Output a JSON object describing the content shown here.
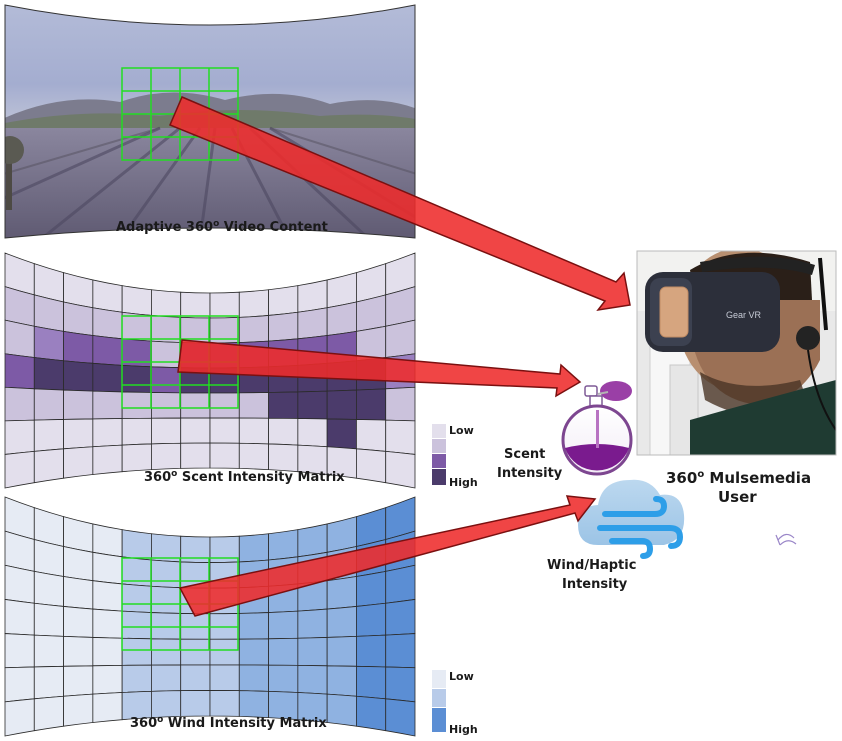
{
  "panels": {
    "video": {
      "caption_pre": "Adaptive 360",
      "caption_post": " Video Content",
      "degree": "o"
    },
    "scent": {
      "caption_pre": "360",
      "caption_post": " Scent Intensity Matrix",
      "degree": "o"
    },
    "wind": {
      "caption_pre": "360",
      "caption_post": " Wind Intensity Matrix",
      "degree": "o"
    }
  },
  "scent_legend": {
    "low": "Low",
    "high": "High",
    "colors": [
      "#e3dfec",
      "#cbc2dc",
      "#7d5aa6",
      "#4b3b6b"
    ]
  },
  "wind_legend": {
    "low": "Low",
    "high": "High",
    "colors": [
      "#e6ebf4",
      "#b8cbe9",
      "#5b8ed4"
    ]
  },
  "labels": {
    "scent_intensity": [
      "Scent",
      "Intensity"
    ],
    "wind_intensity": [
      "Wind/Haptic",
      "Intensity"
    ],
    "user_pre": "360",
    "user_degree": "o",
    "user_post": " Mulsemedia",
    "user_line2": "User",
    "headset_brand": "Gear VR"
  },
  "grids": {
    "scent": {
      "palette": [
        "#e3dfec",
        "#cbc2dc",
        "#9a80c0",
        "#7d5aa6",
        "#4b3b6b"
      ],
      "cells": [
        [
          0,
          0,
          0,
          0,
          0,
          0,
          0,
          0,
          0,
          0,
          0,
          0,
          0,
          0
        ],
        [
          1,
          1,
          1,
          1,
          1,
          1,
          1,
          1,
          1,
          1,
          1,
          1,
          1,
          1
        ],
        [
          1,
          2,
          3,
          3,
          3,
          1,
          3,
          3,
          3,
          3,
          3,
          3,
          1,
          1
        ],
        [
          3,
          4,
          4,
          4,
          4,
          3,
          4,
          4,
          4,
          4,
          4,
          4,
          4,
          2
        ],
        [
          1,
          1,
          1,
          1,
          1,
          1,
          1,
          1,
          1,
          4,
          4,
          4,
          4,
          1
        ],
        [
          0,
          0,
          0,
          0,
          0,
          0,
          0,
          0,
          0,
          0,
          0,
          4,
          0,
          0
        ],
        [
          0,
          0,
          0,
          0,
          0,
          0,
          0,
          0,
          0,
          0,
          0,
          0,
          0,
          0
        ]
      ]
    },
    "wind": {
      "palette": [
        "#e6ebf4",
        "#b8cbe9",
        "#8fb2e1",
        "#5b8ed4"
      ],
      "cells": [
        [
          0,
          0,
          0,
          0,
          1,
          1,
          1,
          1,
          2,
          2,
          2,
          2,
          3,
          3
        ],
        [
          0,
          0,
          0,
          0,
          1,
          1,
          1,
          1,
          2,
          2,
          2,
          2,
          3,
          3
        ],
        [
          0,
          0,
          0,
          0,
          1,
          1,
          1,
          1,
          2,
          2,
          2,
          2,
          3,
          3
        ],
        [
          0,
          0,
          0,
          0,
          1,
          1,
          1,
          1,
          2,
          2,
          2,
          2,
          3,
          3
        ],
        [
          0,
          0,
          0,
          0,
          1,
          1,
          1,
          1,
          2,
          2,
          2,
          2,
          3,
          3
        ],
        [
          0,
          0,
          0,
          0,
          1,
          1,
          1,
          1,
          2,
          2,
          2,
          2,
          3,
          3
        ],
        [
          0,
          0,
          0,
          0,
          1,
          1,
          1,
          1,
          2,
          2,
          2,
          2,
          3,
          3
        ]
      ]
    }
  },
  "colors": {
    "arrow_fill": "#ee2b2b",
    "arrow_stroke": "#7a1010",
    "roi_green": "#22dd22",
    "sky": "#9aa4c4",
    "lavender": "#7d7393",
    "shirt": "#1f3b32",
    "headset": "#2c2f3a"
  }
}
